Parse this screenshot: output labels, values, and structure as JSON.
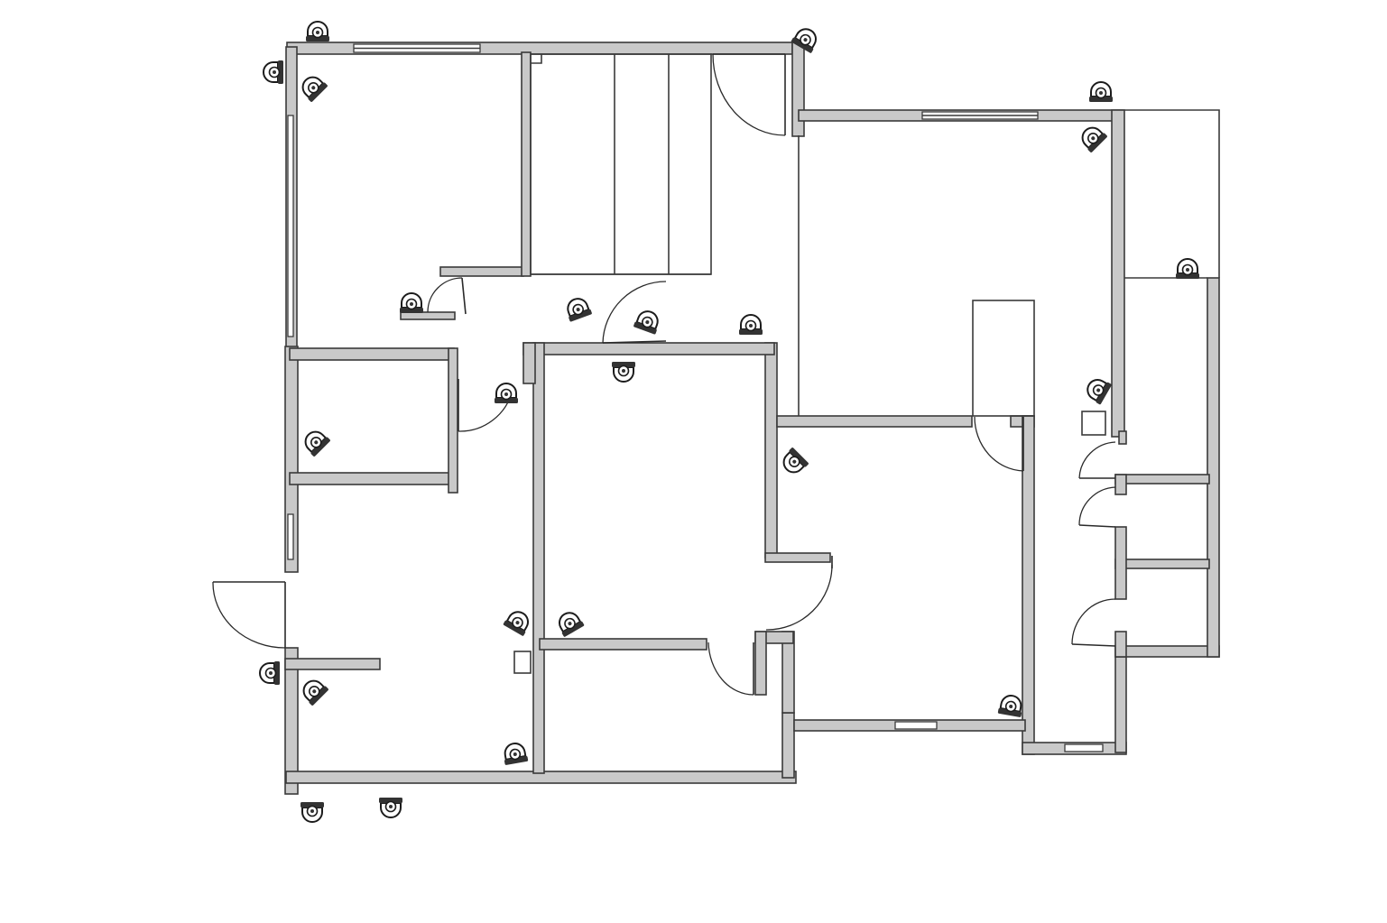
{
  "diagram": {
    "kind": "floor-plan",
    "view": "top-down",
    "colors": {
      "background": "#ffffff",
      "wall_fill": "#c9c9c9",
      "line": "#3a3a3a",
      "camera_dark": "#333333"
    },
    "symbols": {
      "camera": "security-camera-icon",
      "door": "door-swing",
      "window": "window"
    },
    "counts": {
      "cameras": 24
    }
  }
}
